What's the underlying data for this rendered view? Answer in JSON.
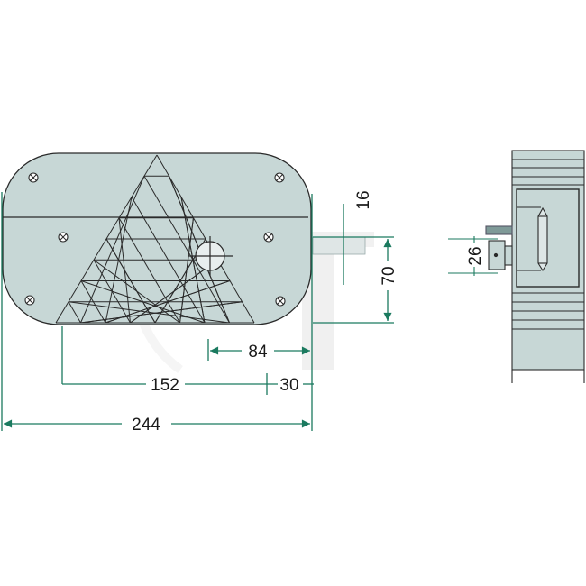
{
  "colors": {
    "dimension": "#1b7a5f",
    "body": "#c7d7d6",
    "outline": "#2a2a2a",
    "lever": "#7f9a98"
  },
  "front_view": {
    "dimensions": {
      "overall_width": "244",
      "reflector_width": "152",
      "offset": "30",
      "center_offset": "84",
      "pin_height": "16",
      "mount_height": "70"
    }
  },
  "side_view": {
    "dimensions": {
      "connector_height": "26"
    }
  }
}
